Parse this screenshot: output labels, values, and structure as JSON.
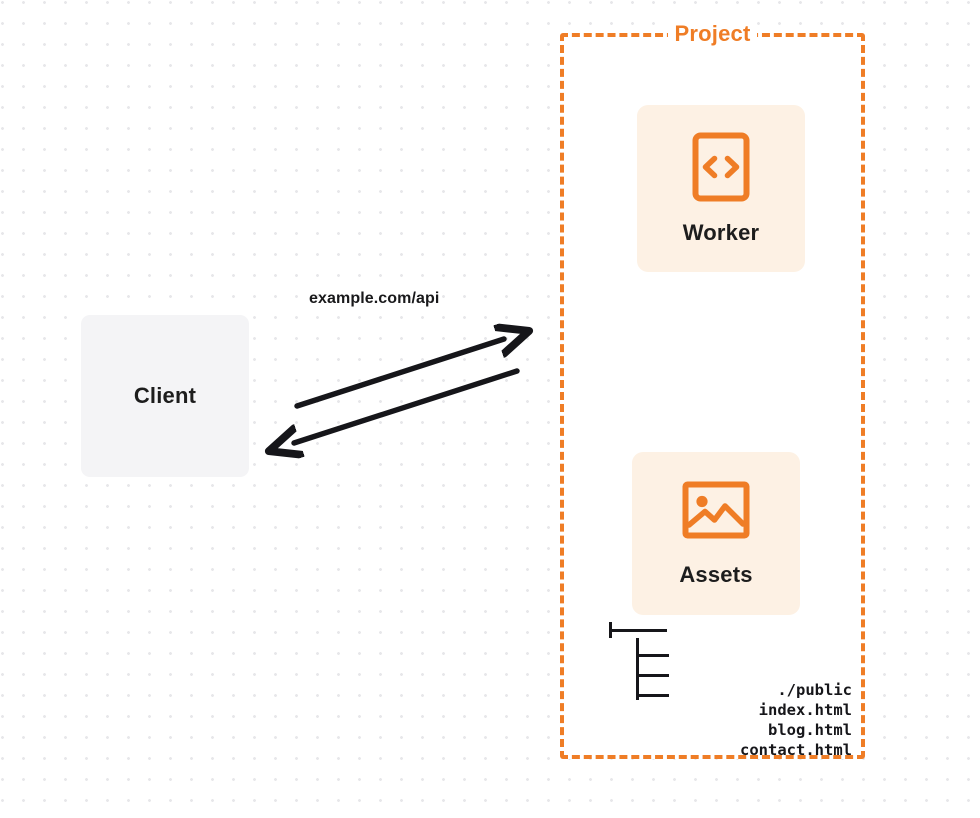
{
  "diagram": {
    "title": "Cloudflare Worker with static assets architecture",
    "colors": {
      "accent_orange": "#ef7d26",
      "card_background": "#fdf1e4",
      "client_background": "#f4f4f6",
      "text_dark": "#1d1d1d",
      "grid_dot": "#e7e7ea",
      "arrow": "#16161a"
    }
  },
  "client": {
    "label": "Client",
    "icon": "none"
  },
  "connection": {
    "label": "example.com/api",
    "direction": "bidirectional",
    "arrow_request_name": "request-arrow",
    "arrow_response_name": "response-arrow"
  },
  "project": {
    "title": "Project",
    "border_style": "dashed",
    "cards": [
      {
        "label": "Worker",
        "icon": "code-brackets-icon"
      },
      {
        "label": "Assets",
        "icon": "image-picture-icon"
      }
    ],
    "file_tree": {
      "root": "./public",
      "root_connector": "├──────",
      "children": [
        {
          "name": "index.html",
          "connector": "│___"
        },
        {
          "name": "blog.html",
          "connector": "│___"
        },
        {
          "name": "contact.html",
          "connector": "│___"
        }
      ]
    }
  }
}
